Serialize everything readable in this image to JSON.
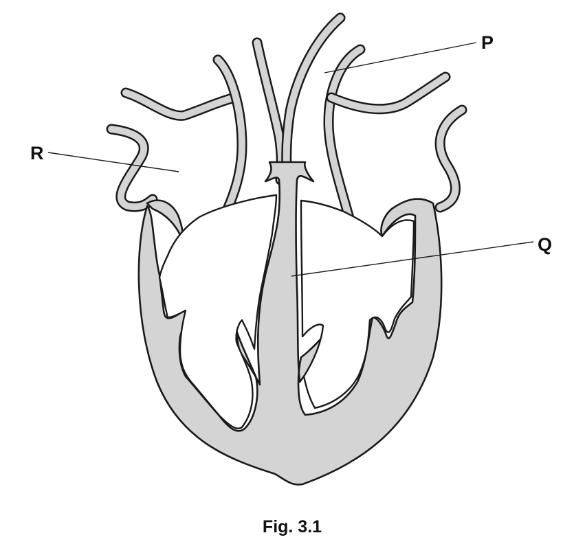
{
  "figure": {
    "caption": "Fig. 3.1",
    "labels": {
      "p": "P",
      "q": "Q",
      "r": "R"
    }
  },
  "colors": {
    "tissue": "#d4d4d4",
    "line": "#1a1a1a",
    "background": "#ffffff"
  }
}
